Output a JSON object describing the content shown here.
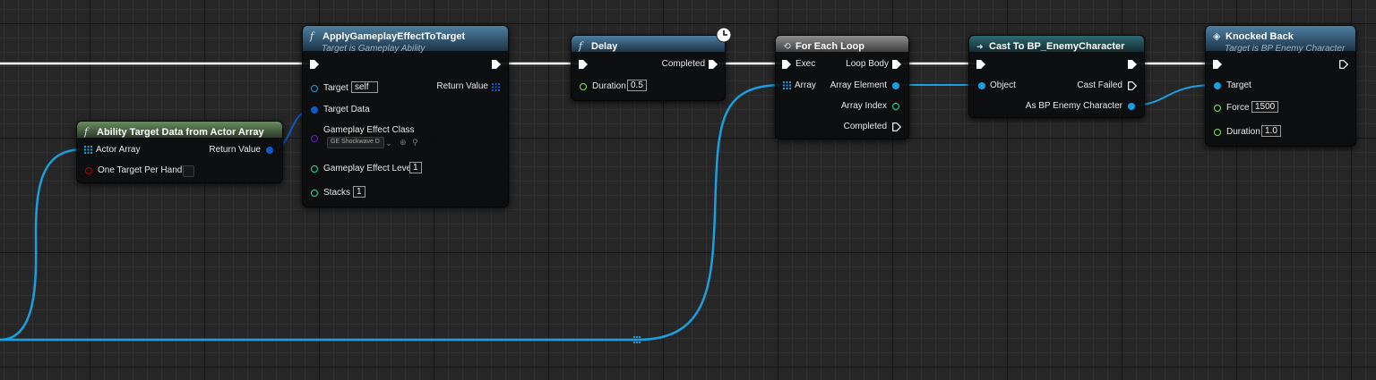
{
  "nodes": {
    "ability_target_data": {
      "title": "Ability Target Data from Actor Array",
      "pins": {
        "actor_array": "Actor Array",
        "one_target": "One Target Per Handle",
        "return_value": "Return Value"
      }
    },
    "apply_effect": {
      "title": "ApplyGameplayEffectToTarget",
      "subtitle": "Target is Gameplay Ability",
      "pins": {
        "target": "Target",
        "target_value": "self",
        "return_value": "Return Value",
        "target_data": "Target Data",
        "effect_class": "Gameplay Effect Class",
        "effect_class_value": "GE Shockwave D",
        "effect_level": "Gameplay Effect Level",
        "effect_level_value": "1",
        "stacks": "Stacks",
        "stacks_value": "1"
      }
    },
    "delay": {
      "title": "Delay",
      "pins": {
        "completed": "Completed",
        "duration": "Duration",
        "duration_value": "0.5"
      }
    },
    "for_each": {
      "title": "For Each Loop",
      "pins": {
        "exec": "Exec",
        "loop_body": "Loop Body",
        "array": "Array",
        "array_element": "Array Element",
        "array_index": "Array Index",
        "completed": "Completed"
      }
    },
    "cast": {
      "title": "Cast To BP_EnemyCharacter",
      "pins": {
        "object": "Object",
        "cast_failed": "Cast Failed",
        "as_enemy": "As BP Enemy Character"
      }
    },
    "knocked_back": {
      "title": "Knocked Back",
      "subtitle": "Target is BP Enemy Character",
      "pins": {
        "target": "Target",
        "force": "Force",
        "force_value": "1500",
        "duration": "Duration",
        "duration_value": "1.0"
      }
    }
  },
  "colors": {
    "exec": "#ffffff",
    "object": "#1aa0e0",
    "float": "#7cf052",
    "int": "#1fe5a5",
    "bool": "#940000",
    "class": "#5b00b4",
    "struct": "#0057c8"
  }
}
